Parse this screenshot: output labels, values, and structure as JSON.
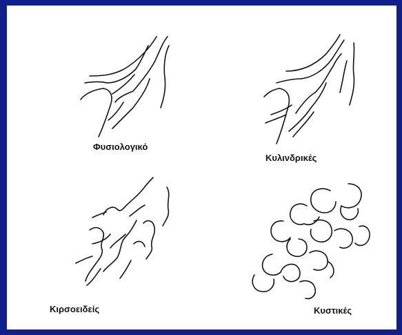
{
  "panels": {
    "normal": {
      "label": "Φυσιολογικό"
    },
    "cylindrical": {
      "label": "Κυλινδρικές"
    },
    "varicose": {
      "label": "Κιρσοειδείς"
    },
    "cystic": {
      "label": "Κυστικές"
    }
  },
  "colors": {
    "background": "#0f1f8c",
    "frame": "#ffffff",
    "stroke": "#111111"
  }
}
